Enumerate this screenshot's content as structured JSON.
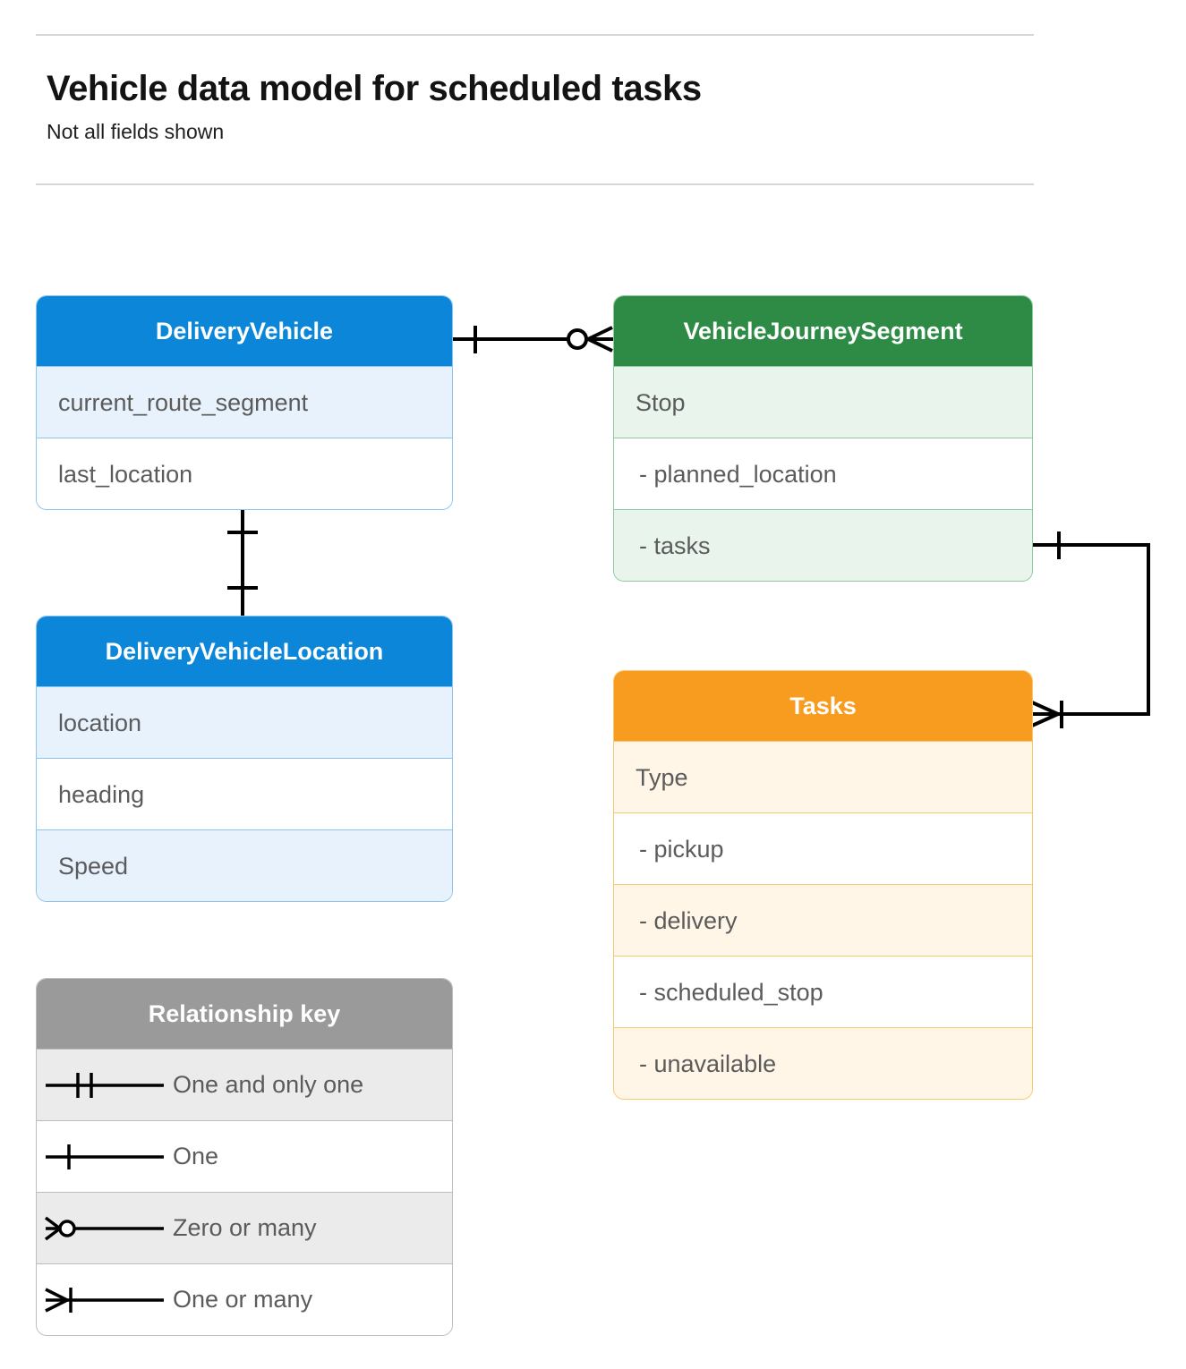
{
  "header": {
    "title": "Vehicle data model for scheduled tasks",
    "subtitle": "Not all fields shown"
  },
  "colors": {
    "blue_header": "#0b86d8",
    "blue_tint": "#e8f2fd",
    "blue_border": "#8ec5ef",
    "green_header": "#2e8b45",
    "green_tint": "#e9f4ec",
    "green_border": "#8fc9a0",
    "orange_header": "#f79c1e",
    "orange_tint": "#fff6e8",
    "orange_border": "#f8c772",
    "grey_header": "#9a9a9a",
    "grey_tint": "#ebebeb",
    "grey_border": "#bdbdbd",
    "line": "#000000",
    "text": "#5b5b5b"
  },
  "entities": [
    {
      "id": "delivery-vehicle",
      "name": "DeliveryVehicle",
      "color": "blue",
      "fields": [
        "current_route_segment",
        "last_location"
      ]
    },
    {
      "id": "vehicle-journey-segment",
      "name": "VehicleJourneySegment",
      "color": "green",
      "fields": [
        "Stop",
        "-  planned_location",
        "- tasks"
      ]
    },
    {
      "id": "delivery-vehicle-location",
      "name": "DeliveryVehicleLocation",
      "color": "blue",
      "fields": [
        "location",
        "heading",
        "Speed"
      ]
    },
    {
      "id": "tasks",
      "name": "Tasks",
      "color": "orange",
      "fields": [
        "Type",
        "-  pickup",
        "-  delivery",
        "-  scheduled_stop",
        "-  unavailable"
      ]
    }
  ],
  "legend": {
    "title": "Relationship key",
    "items": [
      {
        "symbol": "one-and-only-one",
        "label": "One and only one"
      },
      {
        "symbol": "one",
        "label": "One"
      },
      {
        "symbol": "zero-or-many",
        "label": "Zero or many"
      },
      {
        "symbol": "one-or-many",
        "label": "One or many"
      }
    ]
  },
  "relationships": [
    {
      "id": "dv-to-vjs",
      "from": "DeliveryVehicle",
      "to": "VehicleJourneySegment",
      "from_cardinality": "One",
      "to_cardinality": "Zero or many"
    },
    {
      "id": "dv-to-dvl",
      "from": "DeliveryVehicle",
      "to": "DeliveryVehicleLocation",
      "from_cardinality": "One",
      "to_cardinality": "One"
    },
    {
      "id": "vjs-tasks-to-tasks",
      "from": "VehicleJourneySegment.tasks",
      "to": "Tasks",
      "from_cardinality": "One",
      "to_cardinality": "One or many"
    }
  ]
}
